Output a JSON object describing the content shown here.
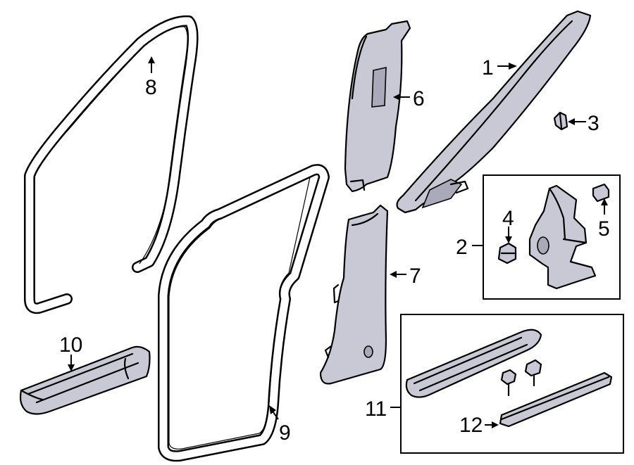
{
  "callouts": {
    "c1": "1",
    "c2": "2",
    "c3": "3",
    "c4": "4",
    "c5": "5",
    "c6": "6",
    "c7": "7",
    "c8": "8",
    "c9": "9",
    "c10": "10",
    "c11": "11",
    "c12": "12"
  },
  "colors": {
    "part_fill": "#c9c9d6",
    "line": "#000000",
    "background": "#ffffff"
  }
}
